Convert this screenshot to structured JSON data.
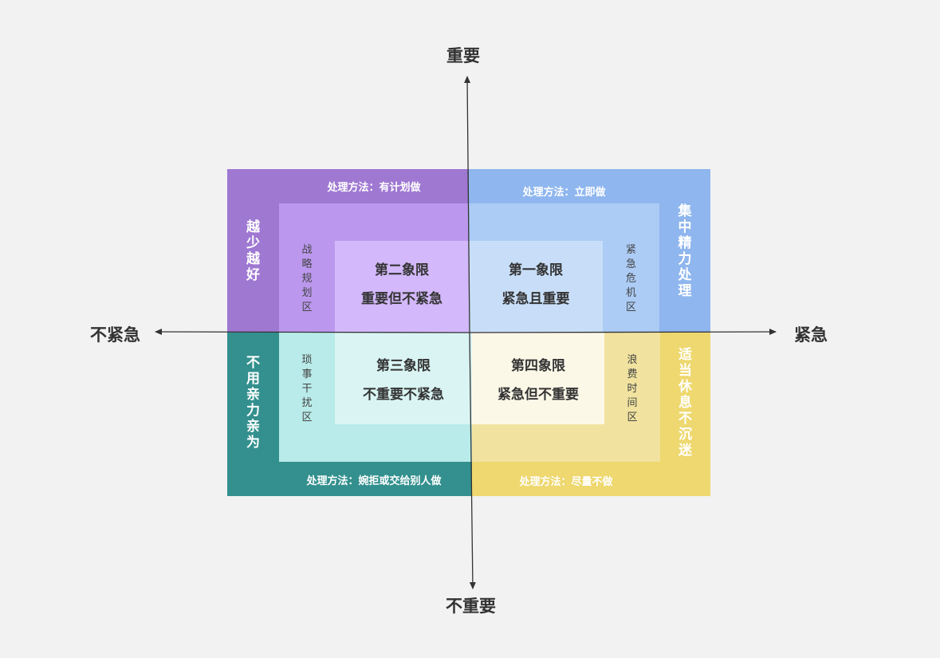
{
  "axes": {
    "top": "重要",
    "bottom": "不重要",
    "left": "不紧急",
    "right": "紧急"
  },
  "quadrants": {
    "q2": {
      "title": "第二象限",
      "subtitle": "重要但不紧急",
      "method": "处理方法：有计划做",
      "zone": "战略规划区",
      "outer": "越少越好",
      "colors": {
        "outer": "#9f78d2",
        "mid": "#bb98ee",
        "inner": "#d3b8fb"
      }
    },
    "q1": {
      "title": "第一象限",
      "subtitle": "紧急且重要",
      "method": "处理方法：立即做",
      "zone": "紧急危机区",
      "outer": "集中精力处理",
      "colors": {
        "outer": "#8fb6ee",
        "mid": "#acccf6",
        "inner": "#c8def8"
      }
    },
    "q3": {
      "title": "第三象限",
      "subtitle": "不重要不紧急",
      "method": "处理方法：婉拒或交给别人做",
      "zone": "琐事干扰区",
      "outer": "不用亲力亲为",
      "colors": {
        "outer": "#33908e",
        "mid": "#b8ebe9",
        "inner": "#d9f4f3"
      }
    },
    "q4": {
      "title": "第四象限",
      "subtitle": "紧急但不重要",
      "method": "处理方法：尽量不做",
      "zone": "浪费时间区",
      "outer": "适当休息不沉迷",
      "colors": {
        "outer": "#eed86f",
        "mid": "#f1e39f",
        "inner": "#fcf8e8"
      }
    }
  }
}
